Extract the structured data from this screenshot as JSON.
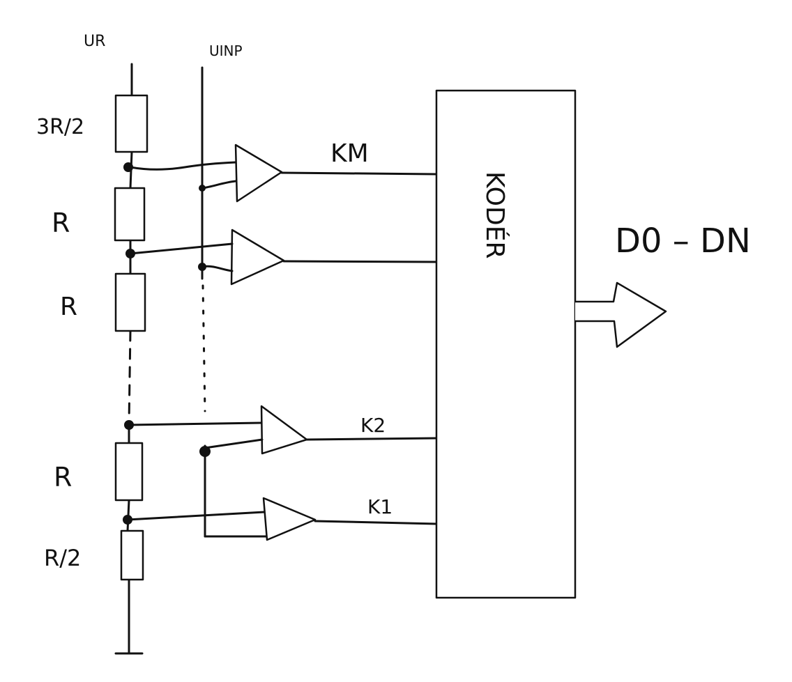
{
  "colors": {
    "ink": "#111111",
    "background": "#ffffff"
  },
  "labels": {
    "ur": "UR",
    "uinp": "UINP",
    "resistor_top": "3R/2",
    "resistor_2": "R",
    "resistor_3": "R",
    "resistor_4": "R",
    "resistor_bottom": "R/2",
    "comparator_m": "KM",
    "comparator_2": "K2",
    "comparator_1": "K1",
    "encoder": "KODÉR",
    "output_bus": "D0 – DN"
  }
}
